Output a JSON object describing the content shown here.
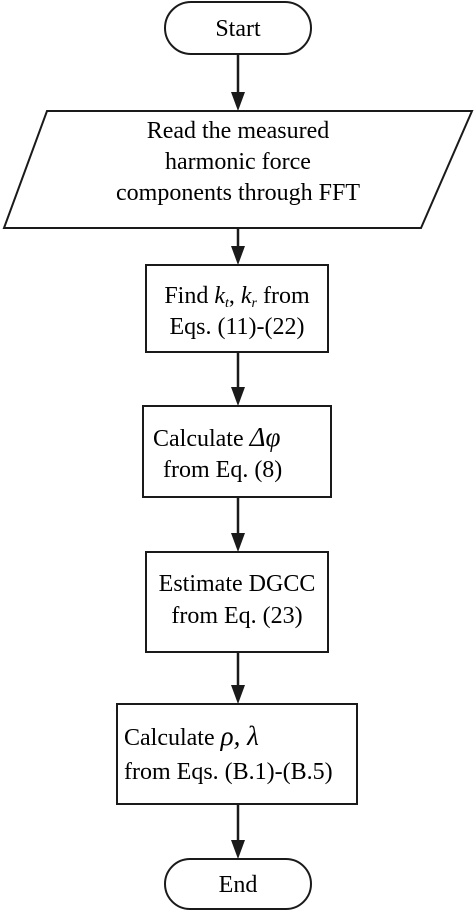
{
  "flowchart": {
    "start": {
      "label": "Start"
    },
    "read_fft": {
      "lines": [
        "Read the measured",
        "harmonic force",
        "components through FFT"
      ]
    },
    "find_k": {
      "line1": {
        "prefix": "Find ",
        "k_symbol": "k",
        "t_subscript": "t",
        "comma": ", ",
        "r_subscript": "r",
        "suffix": " from"
      },
      "line2": "Eqs. (11)-(22)"
    },
    "calc_phi": {
      "line1_prefix": "Calculate ",
      "delta_phi": "Δφ",
      "line2": "from Eq. (8)"
    },
    "estimate_dgcc": {
      "line1": "Estimate DGCC",
      "line2": "from Eq. (23)"
    },
    "calc_rho_lambda": {
      "line1_prefix": "Calculate ",
      "symbols": "ρ, λ",
      "line2": "from Eqs. (B.1)-(B.5)"
    },
    "end": {
      "label": "End"
    }
  },
  "colors": {
    "stroke": "#1a1a1a",
    "fill": "#ffffff",
    "text": "#000000"
  }
}
